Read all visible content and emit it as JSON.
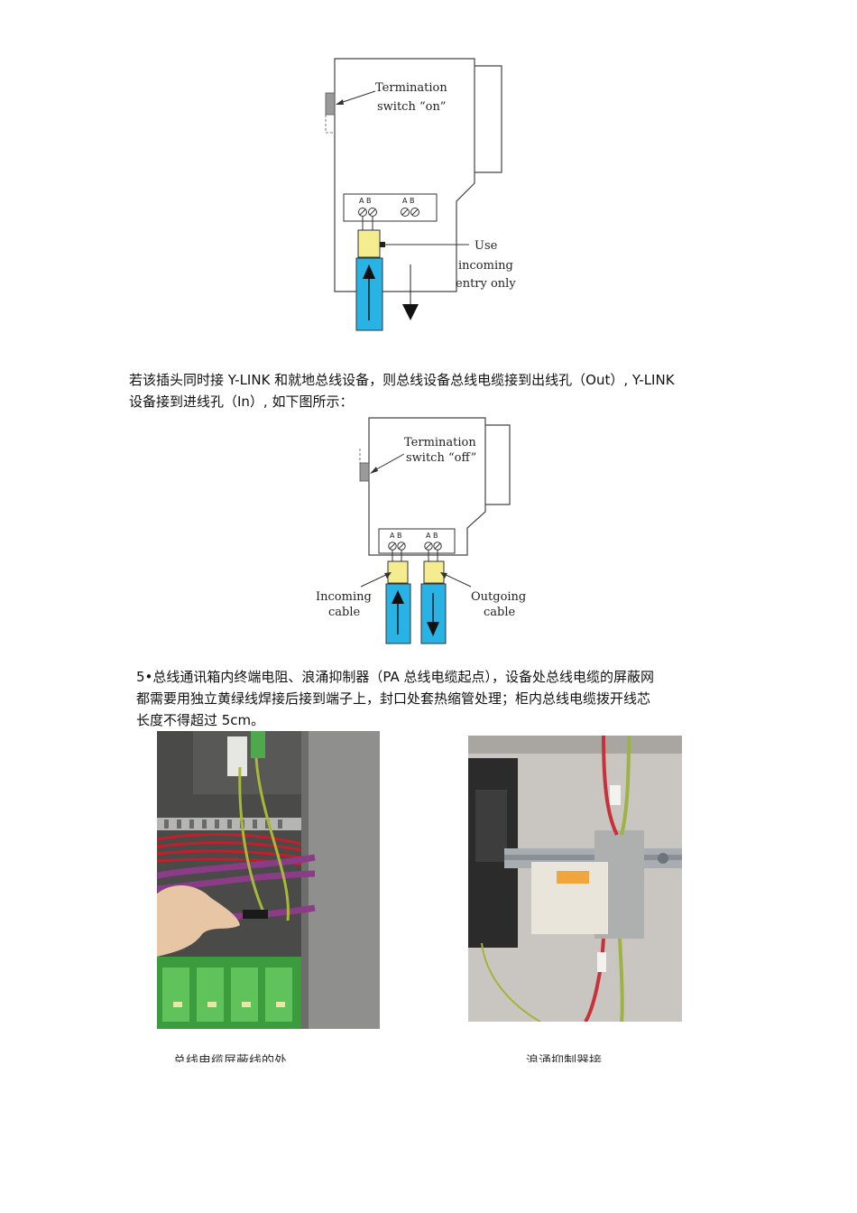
{
  "diagram1": {
    "switch_line1": "Termination",
    "switch_line2": "switch “on”",
    "entry_line1": "Use",
    "entry_line2": "incoming",
    "entry_line3": "entry only",
    "terminal_ab": "A B"
  },
  "paragraph1": {
    "line1": "若该插头同时接 Y-LINK 和就地总线设备，则总线设备总线电缆接到出线孔（Out）, Y-LINK",
    "line2": "设备接到进线孔（In）, 如下图所示："
  },
  "diagram2": {
    "switch_line1": "Termination",
    "switch_line2": "switch “off”",
    "incoming_line1": "Incoming",
    "incoming_line2": "cable",
    "outgoing_line1": "Outgoing",
    "outgoing_line2": "cable",
    "terminal_ab": "A B"
  },
  "paragraph2": {
    "line1": "5•总线通讯箱内终端电阻、浪涌抑制器（PA 总线电缆起点），设备处总线电缆的屏蔽网",
    "line2": "都需要用独立黄绿线焊接后接到端子上，封口处套热缩管处理；柜内总线电缆拨开线芯",
    "line3": "长度不得超过 5cm。"
  },
  "captions": {
    "left": "总线电缆屏蔽线的处",
    "right": "浪涌抑制器接"
  }
}
